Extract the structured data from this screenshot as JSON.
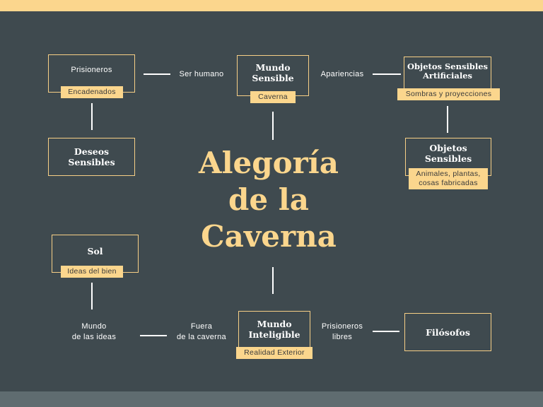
{
  "title": {
    "line1": "Alegoría",
    "line2": "de la",
    "line3": "Caverna"
  },
  "nodes": {
    "prisioneros": {
      "label": "Prisioneros",
      "tag": "Encadenados"
    },
    "mundo_sensible": {
      "line1": "Mundo",
      "line2": "Sensible",
      "tag": "Caverna"
    },
    "objetos_artificiales": {
      "line1": "Objetos Sensibles",
      "line2": "Artificiales",
      "tag": "Sombras y proyecciones"
    },
    "deseos": {
      "line1": "Deseos",
      "line2": "Sensibles"
    },
    "objetos_sensibles": {
      "line1": "Objetos",
      "line2": "Sensibles",
      "tag_line1": "Animales, plantas,",
      "tag_line2": "cosas fabricadas"
    },
    "sol": {
      "label": "Sol",
      "tag": "Ideas del bien"
    },
    "mundo_inteligible": {
      "line1": "Mundo",
      "line2": "Inteligible",
      "tag": "Realidad Exterior"
    },
    "filosofos": {
      "label": "Filósofos"
    }
  },
  "connectors": {
    "ser_humano": "Ser humano",
    "apariencias": "Apariencias",
    "mundo_ideas_line1": "Mundo",
    "mundo_ideas_line2": "de las ideas",
    "fuera_line1": "Fuera",
    "fuera_line2": "de la caverna",
    "prisioneros_libres_line1": "Prisioneros",
    "prisioneros_libres_line2": "libres"
  },
  "colors": {
    "background": "#3f4a4f",
    "accent": "#fbd68d",
    "line": "#ffffff",
    "footer": "#5f6c70"
  }
}
